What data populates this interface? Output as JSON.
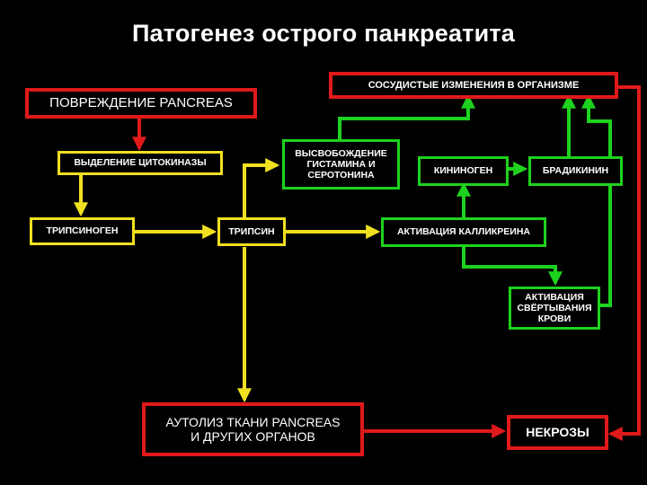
{
  "title": "Патогенез острого панкреатита",
  "colors": {
    "background": "#000000",
    "red": "#e01a1a",
    "yellow": "#f0e020",
    "green": "#1ed21e",
    "text": "#ffffff"
  },
  "boxes": {
    "pancreas_damage": "ПОВРЕЖДЕНИЕ PANCREAS",
    "vascular_changes": "СОСУДИСТЫЕ ИЗМЕНЕНИЯ В ОРГАНИЗМЕ",
    "cytokinase_release": "ВЫДЕЛЕНИЕ ЦИТОКИНАЗЫ",
    "histamine_release": "ВЫСВОБОЖДЕНИЕ\nГИСТАМИНА И\nСЕРОТОНИНА",
    "kininogen": "КИНИНОГЕН",
    "bradykinin": "БРАДИКИНИН",
    "trypsinogen": "ТРИПСИНОГЕН",
    "trypsin": "ТРИПСИН",
    "kallikrein_activation": "АКТИВАЦИЯ КАЛЛИКРЕИНА",
    "coagulation_activation": "АКТИВАЦИЯ\nСВЁРТЫВАНИЯ\nКРОВИ",
    "autolysis": "АУТОЛИЗ ТКАНИ PANCREAS\nИ ДРУГИХ ОРГАНОВ",
    "necrosis": "НЕКРОЗЫ"
  }
}
